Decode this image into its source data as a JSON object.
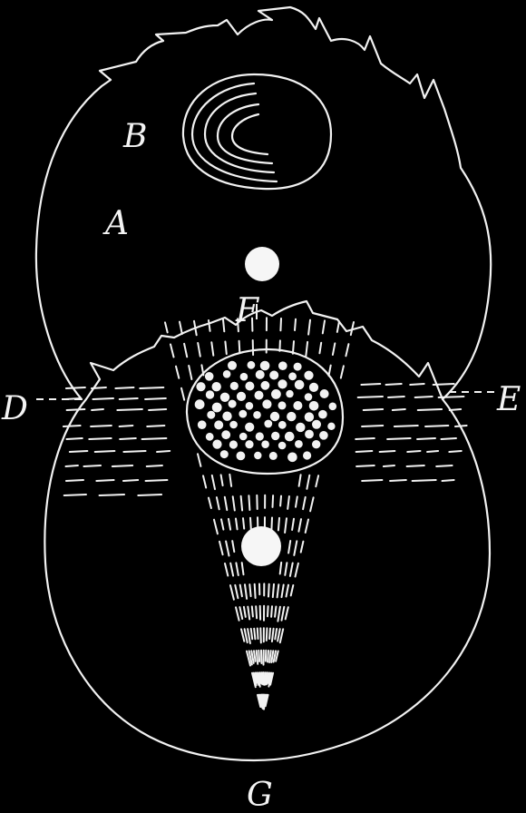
{
  "colors": {
    "background": "#000000",
    "line": "#f2f2f2"
  },
  "labels": {
    "A": "A",
    "B": "B",
    "D": "D",
    "E": "E",
    "F": "F",
    "G": "G"
  }
}
